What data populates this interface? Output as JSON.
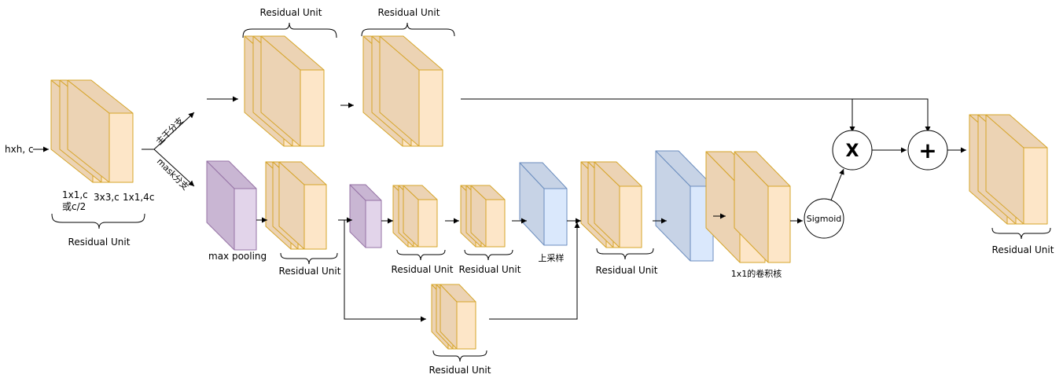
{
  "labels": {
    "input": "hxh, c",
    "trunk_branch": "主干分支",
    "mask_branch": "mask分支",
    "layer1": "1x1,c",
    "layer1_alt": "或c/2",
    "layer2": "3x3,c",
    "layer3": "1x1,4c",
    "residual_unit": "Residual Unit",
    "max_pooling": "max pooling",
    "upsample": "上采样",
    "conv1x1": "1x1的卷积核",
    "sigmoid": "Sigmoid",
    "multiply": "X",
    "add": "+"
  },
  "colors": {
    "residual_fill_dark": "#ecd3b4",
    "residual_fill_light": "#fde6c8",
    "residual_stroke": "#d6a52a",
    "pool_fill_dark": "#c9b6d3",
    "pool_fill_light": "#e2d4ea",
    "pool_stroke": "#9673a6",
    "up_fill_dark": "#c7d3e6",
    "up_fill_light": "#dae8fc",
    "up_stroke": "#6c8ebf",
    "line": "#000000"
  }
}
